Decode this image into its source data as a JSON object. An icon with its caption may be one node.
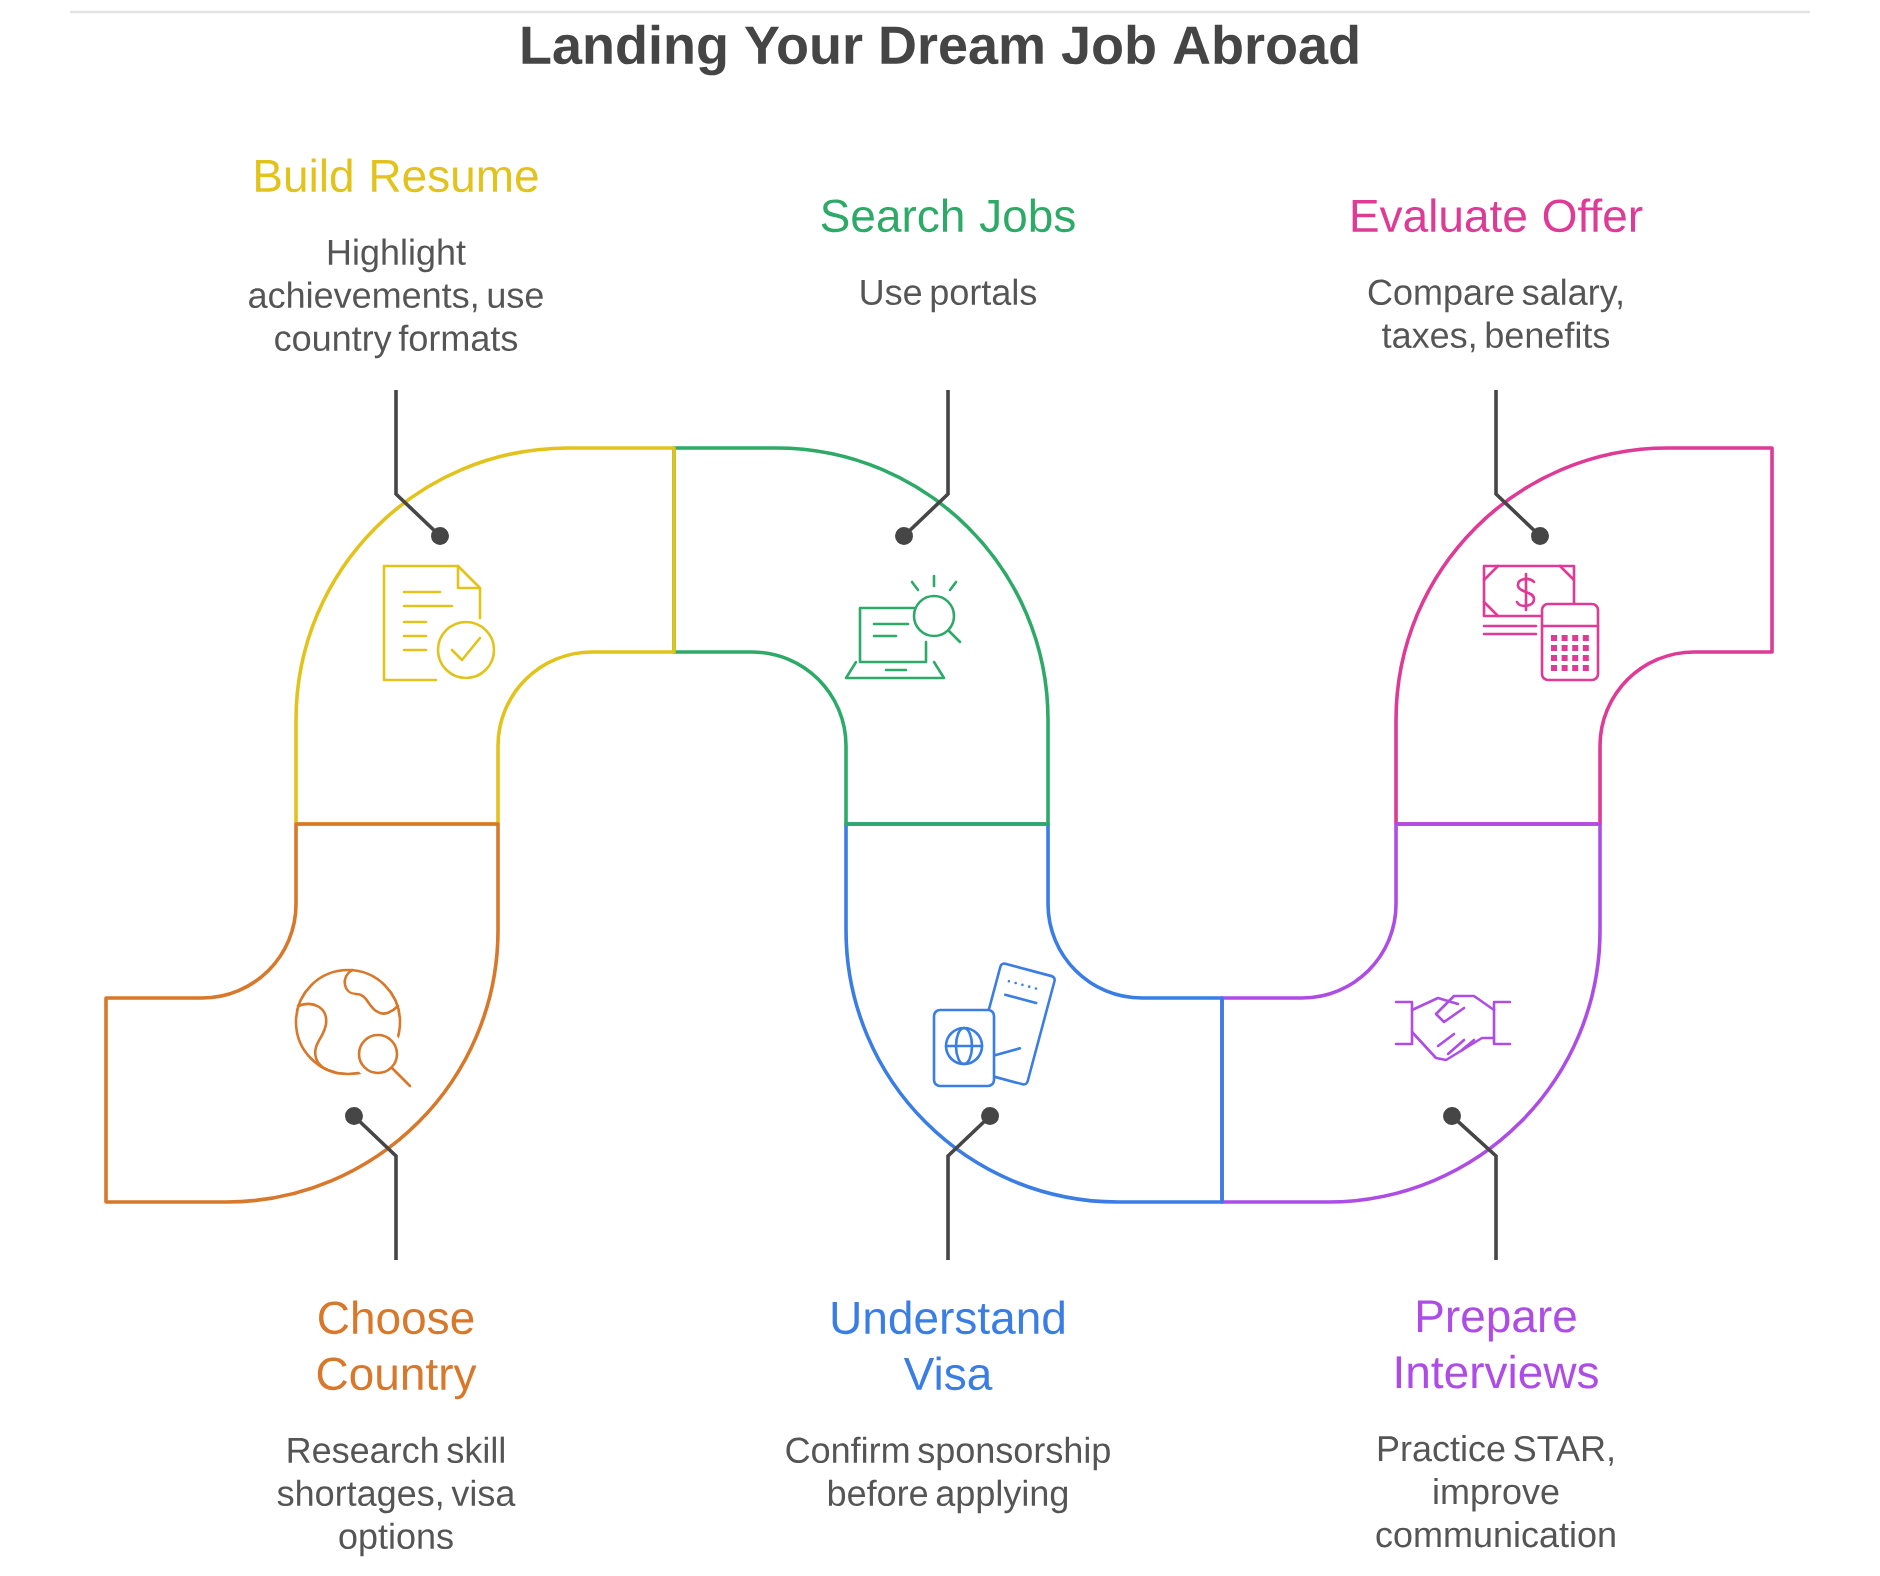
{
  "diagram": {
    "title": "Landing Your Dream Job Abroad",
    "nodes": [
      {
        "text": [
          "Choose Country",
          "Research skill shortages, visa options"
        ]
      },
      {
        "text": [],
        "shape": "band"
      },
      {
        "text": [],
        "shape": "picture",
        "in": 1
      },
      {
        "text": [
          "Build Resume",
          "Highlight achievements, use country formats"
        ]
      },
      {
        "text": [],
        "shape": "band"
      },
      {
        "text": [],
        "shape": "picture",
        "in": 4
      },
      {
        "text": [
          "Search Jobs",
          "Use portals"
        ]
      },
      {
        "text": [],
        "shape": "band"
      },
      {
        "text": [],
        "shape": "picture",
        "in": 7
      },
      {
        "text": [
          "Understand Visa",
          "Confirm sponsorship before applying"
        ]
      },
      {
        "text": [],
        "shape": "band"
      },
      {
        "text": [],
        "shape": "picture",
        "in": 10
      },
      {
        "text": [
          "Prepare Interviews",
          "Practice STAR, improve communication"
        ]
      },
      {
        "text": [],
        "shape": "band"
      },
      {
        "text": [],
        "shape": "picture",
        "in": 13
      },
      {
        "text": [
          "Evaluate Offer",
          "Compare salary, taxes, benefits"
        ]
      },
      {
        "text": [],
        "shape": "band"
      },
      {
        "text": [],
        "shape": "picture",
        "in": 16
      }
    ],
    "edges": [
      {
        "from": 0,
        "to": 2,
        "arrow": "other"
      },
      {
        "from": 3,
        "to": 5,
        "arrow": "other"
      },
      {
        "from": 6,
        "to": 8,
        "arrow": "other"
      },
      {
        "from": 9,
        "to": 11,
        "arrow": "other"
      },
      {
        "from": 12,
        "to": 14,
        "arrow": "other"
      },
      {
        "from": 15,
        "to": 17,
        "arrow": "other"
      }
    ]
  }
}
